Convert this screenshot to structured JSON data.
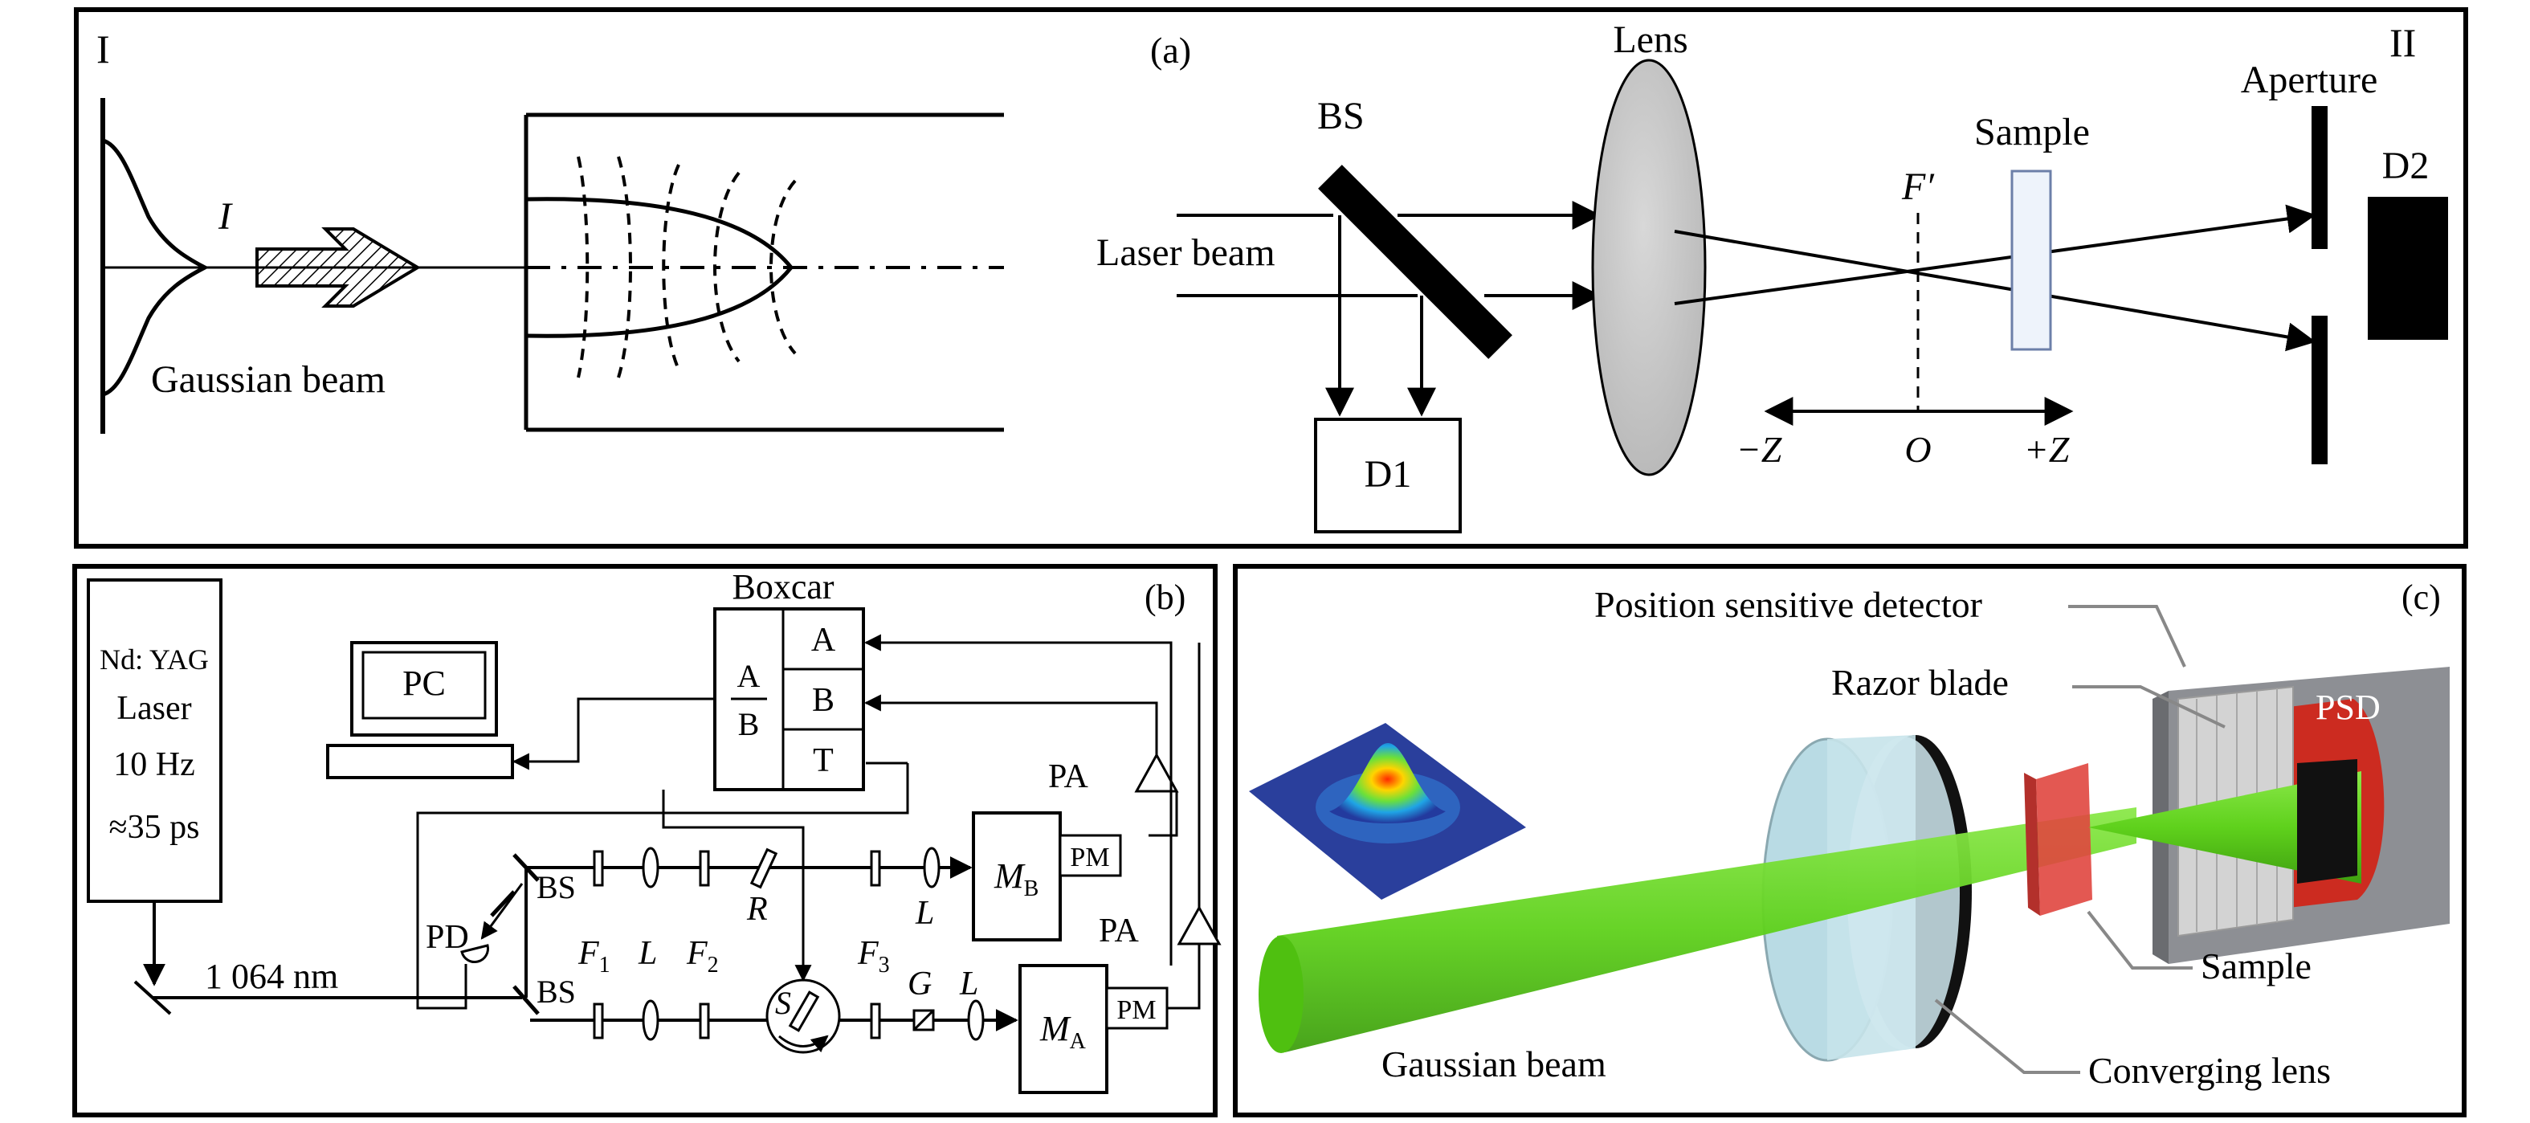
{
  "panel_top": {
    "roman_left": "I",
    "roman_right": "II",
    "label": "(a)",
    "left": {
      "intensity_label": "I",
      "beam_label": "Gaussian beam"
    },
    "right": {
      "bs": "BS",
      "lens": "Lens",
      "laser": "Laser beam",
      "sample": "Sample",
      "aperture": "Aperture",
      "focus": "F′",
      "d1": "D1",
      "d2": "D2",
      "minus_z": "−Z",
      "origin": "O",
      "plus_z": "+Z"
    }
  },
  "panel_b": {
    "label": "(b)",
    "laser": [
      "Nd: YAG",
      "Laser",
      "10 Hz",
      "≈35 ps"
    ],
    "boxcar": "Boxcar",
    "boxcar_ab_top": "A",
    "boxcar_ab_bottom": "B",
    "boxcar_a": "A",
    "boxcar_b": "B",
    "boxcar_t": "T",
    "pc": "PC",
    "wavelength": "1 064 nm",
    "bs_top": "BS",
    "bs_bottom": "BS",
    "pd": "PD",
    "f1": "F",
    "f1_sub": "1",
    "l1": "L",
    "f2": "F",
    "f2_sub": "2",
    "r": "R",
    "f3": "F",
    "f3_sub": "3",
    "l2": "L",
    "l3": "L",
    "g": "G",
    "s": "S",
    "mb": "M",
    "mb_sub": "B",
    "ma": "M",
    "ma_sub": "A",
    "pm_top": "PM",
    "pm_bottom": "PM",
    "pa_top": "PA",
    "pa_bottom": "PA"
  },
  "panel_c": {
    "label": "(c)",
    "psd_detector": "Position sensitive detector",
    "razor": "Razor blade",
    "psd": "PSD",
    "sample": "Sample",
    "gaussian": "Gaussian beam",
    "lens": "Converging lens",
    "colors": {
      "beam": "#5fd11c",
      "sample": "#e0463f",
      "housing": "#8d8f94",
      "lens": "#c6e3ea"
    }
  }
}
